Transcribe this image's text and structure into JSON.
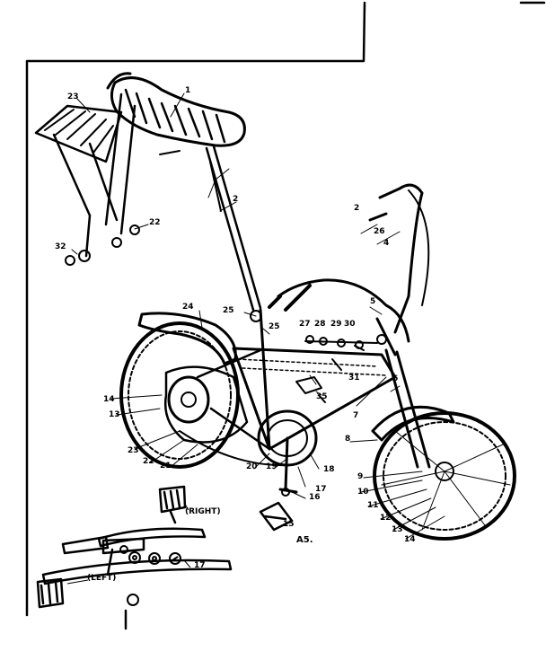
{
  "diagram": {
    "callouts": {
      "c1": "1",
      "c2": "2",
      "c23": "23",
      "c22a": "22",
      "c32": "32",
      "c2b": "2",
      "c26": "26",
      "c4": "4",
      "c24": "24",
      "c25a": "25",
      "c25b": "25",
      "c5": "5",
      "c27": "27",
      "c28": "28",
      "c29": "29",
      "c30": "30",
      "c6": "6",
      "c35": "35",
      "c31": "31",
      "c14l": "14",
      "c13l": "13",
      "c7": "7",
      "c8": "8",
      "c23b": "23",
      "c22b": "22",
      "c21": "21",
      "c20": "20",
      "c19": "19",
      "c17": "17",
      "c18": "18",
      "c9": "9",
      "c10": "10",
      "c11": "11",
      "c12": "12",
      "c13r": "13",
      "c14r": "14",
      "c15": "15",
      "c16": "16"
    },
    "right_label": "(RIGHT)",
    "left_label": "(LEFT)",
    "brake_number": "17",
    "figure_id": "A5."
  }
}
